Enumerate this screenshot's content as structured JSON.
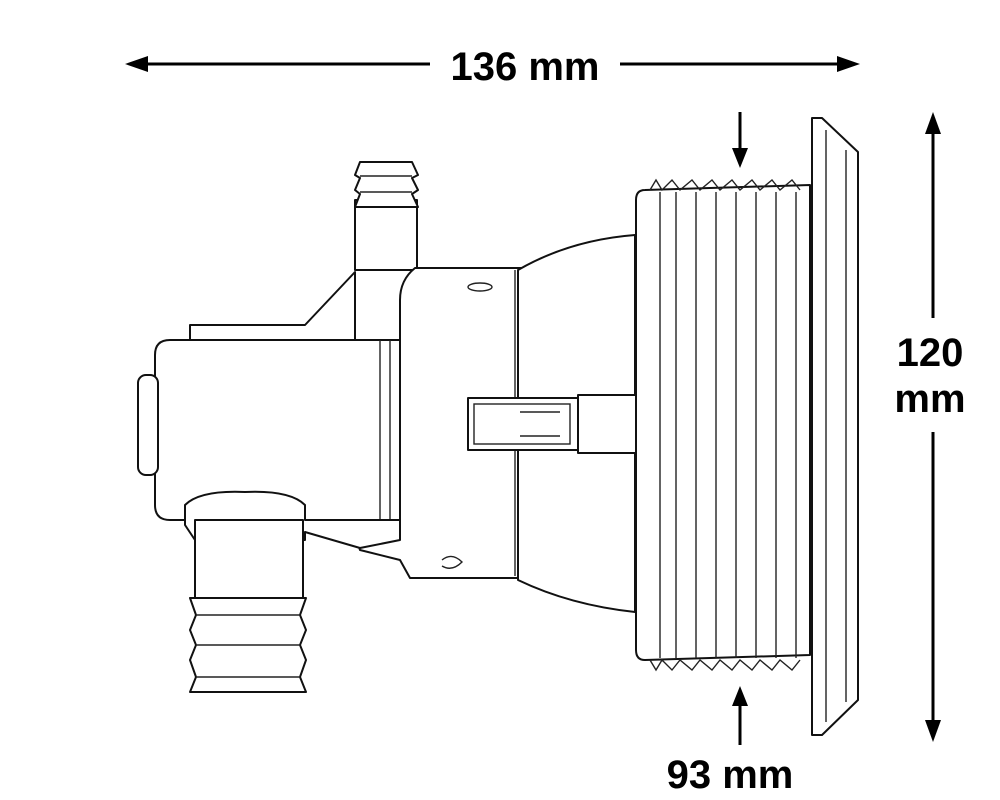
{
  "dimensions": {
    "width_label": "136 mm",
    "height_label_line1": "120",
    "height_label_line2": "mm",
    "thread_label": "93 mm"
  },
  "colors": {
    "line": "#111111",
    "background": "#ffffff"
  }
}
